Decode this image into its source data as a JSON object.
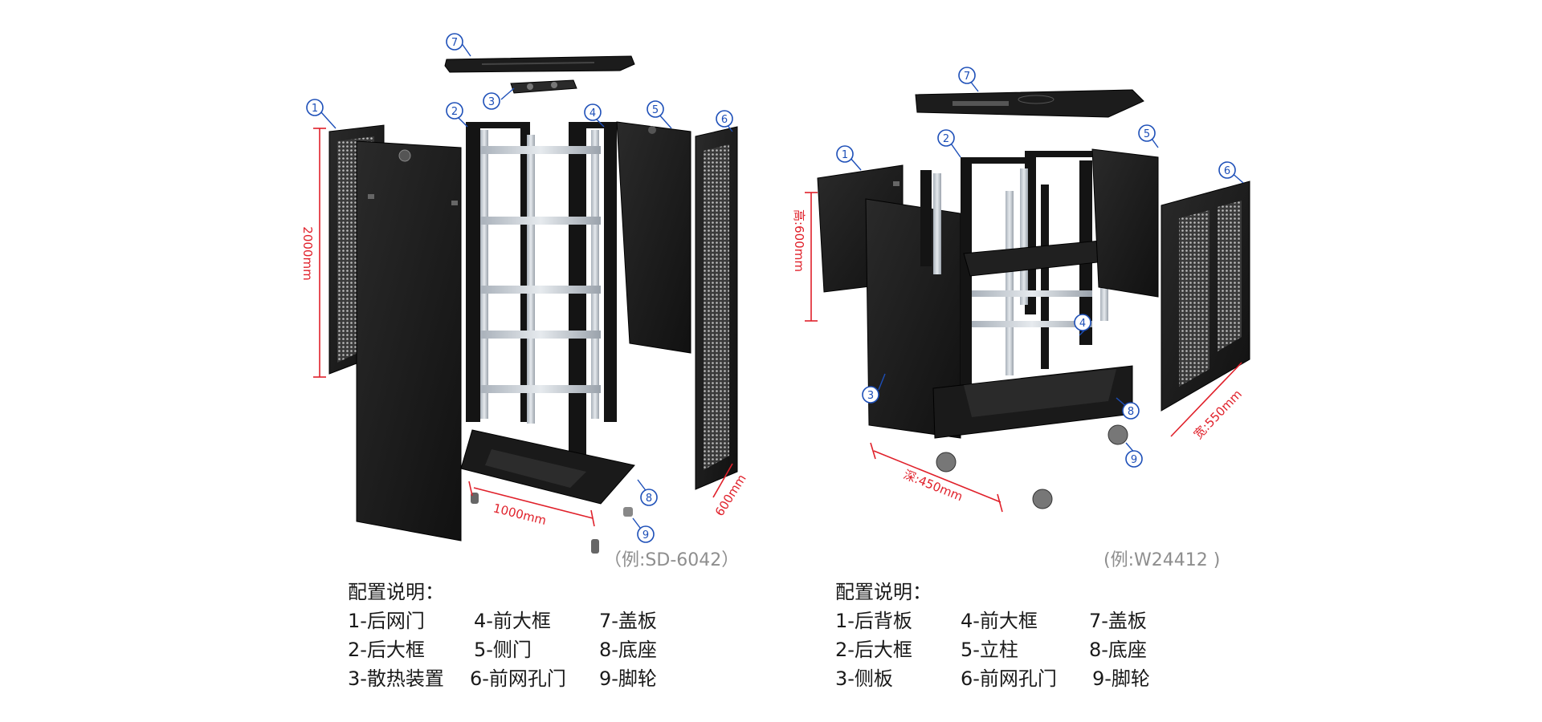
{
  "colors": {
    "callout": "#1d4fb8",
    "dimension": "#e0202a",
    "panel": "#1b1b1b",
    "panel_edge": "#000000",
    "rail": "#c9cfd6",
    "mesh": "#9a9a9a"
  },
  "left": {
    "model": "（例:SD-6042）",
    "dims": {
      "height": "2000mm",
      "width": "1000mm",
      "depth": "600mm"
    },
    "callouts": {
      "c1": "1",
      "c2": "2",
      "c3": "3",
      "c4": "4",
      "c5": "5",
      "c6": "6",
      "c7": "7",
      "c8": "8",
      "c9": "9"
    },
    "config_title": "配置说明：",
    "config_items": [
      "1-后网门",
      "4-前大框",
      "7-盖板",
      "2-后大框",
      "5-侧门",
      "8-底座",
      "3-散热装置",
      "6-前网孔门",
      "9-脚轮"
    ]
  },
  "right": {
    "model": "(例:W24412 )",
    "dims": {
      "height": "高:600mm",
      "depth": "深:450mm",
      "width": "宽:550mm"
    },
    "callouts": {
      "c1": "1",
      "c2": "2",
      "c3": "3",
      "c4": "4",
      "c5": "5",
      "c6": "6",
      "c7": "7",
      "c8": "8",
      "c9": "9"
    },
    "config_title": "配置说明：",
    "config_items": [
      "1-后背板",
      "4-前大框",
      "7-盖板",
      "2-后大框",
      "5-立柱",
      "8-底座",
      "3-侧板",
      "6-前网孔门",
      "9-脚轮"
    ]
  }
}
